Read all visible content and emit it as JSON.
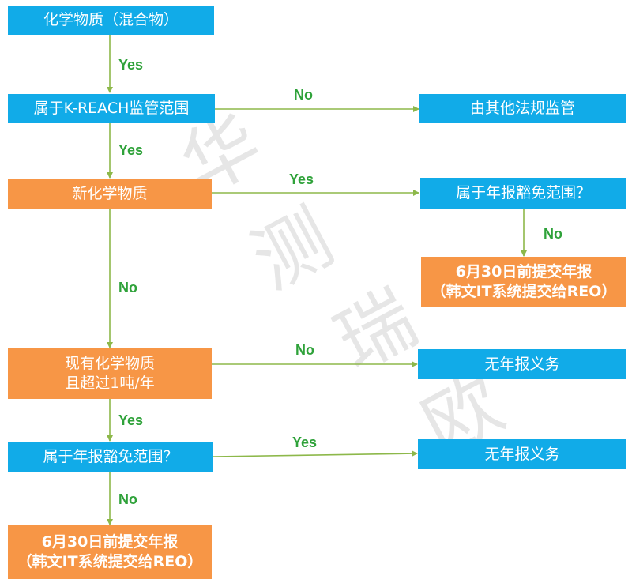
{
  "nodes": {
    "chem_substance": "化学物质（混合物）",
    "k_reach_scope": "属于K-REACH监管范围",
    "other_regs": "由其他法规监管",
    "new_chem": "新化学物质",
    "exempt_q_1": "属于年报豁免范围？",
    "report_1_line1": "6月30日前提交年报",
    "report_1_line2": "（韩文IT系统提交给REO）",
    "existing_line1": "现有化学物质",
    "existing_line2": "且超过1吨/年",
    "no_obligation_1": "无年报义务",
    "exempt_q_2": "属于年报豁免范围？",
    "no_obligation_2": "无年报义务",
    "report_2_line1": "6月30日前提交年报",
    "report_2_line2": "（韩文IT系统提交给REO）"
  },
  "edge_labels": {
    "chem_to_scope": "Yes",
    "scope_to_other": "No",
    "scope_to_new": "Yes",
    "new_to_exempt": "Yes",
    "exempt_to_report": "No",
    "new_to_existing": "No",
    "existing_to_noob": "No",
    "existing_to_exempt": "Yes",
    "exempt2_to_noob": "Yes",
    "exempt2_to_report": "No"
  },
  "watermark": [
    "华",
    "测",
    "瑞",
    "欧"
  ],
  "colors": {
    "blue": "#11ABE8",
    "orange": "#F79646",
    "arrow": "#8DB84A",
    "label": "#2FA23A"
  }
}
